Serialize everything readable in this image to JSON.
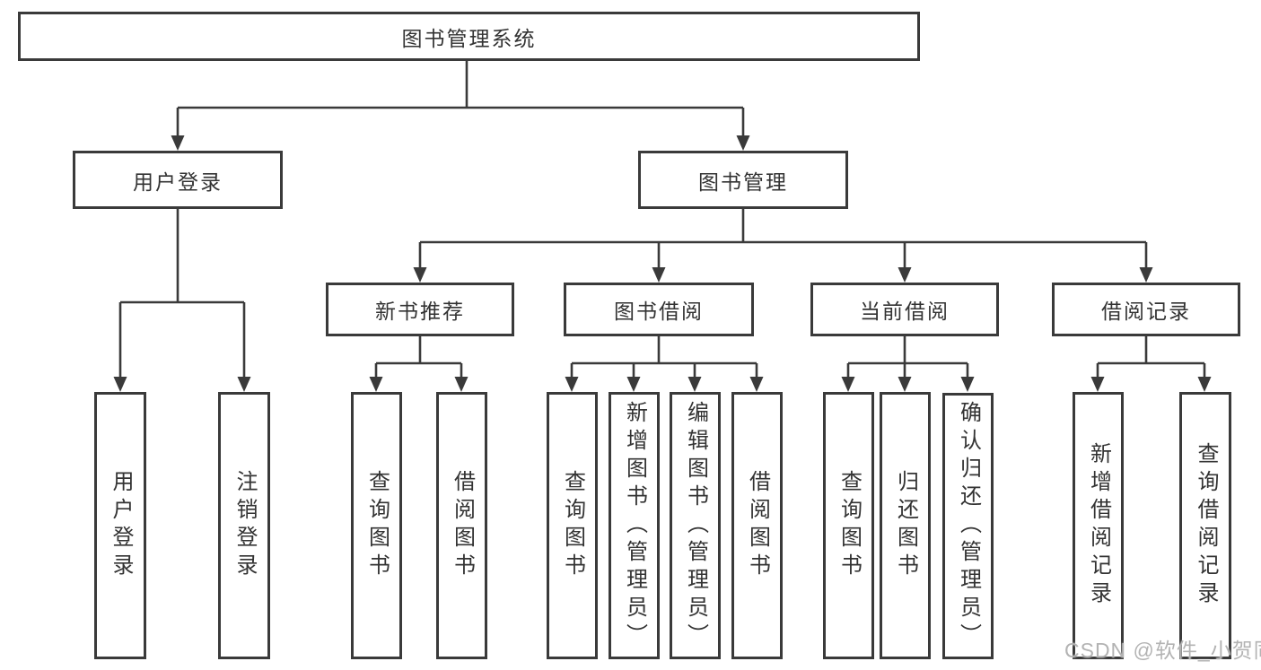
{
  "tree": {
    "label": "图书管理系统",
    "children": [
      {
        "label": "用户登录",
        "children": [
          {
            "label": "用户登录"
          },
          {
            "label": "注销登录"
          }
        ]
      },
      {
        "label": "图书管理",
        "children": [
          {
            "label": "新书推荐",
            "children": [
              {
                "label": "查询图书"
              },
              {
                "label": "借阅图书"
              }
            ]
          },
          {
            "label": "图书借阅",
            "children": [
              {
                "label": "查询图书"
              },
              {
                "label": "新增图书（管理员）"
              },
              {
                "label": "编辑图书（管理员）"
              },
              {
                "label": "借阅图书"
              }
            ]
          },
          {
            "label": "当前借阅",
            "children": [
              {
                "label": "查询图书"
              },
              {
                "label": "归还图书"
              },
              {
                "label": "确认归还（管理员）"
              }
            ]
          },
          {
            "label": "借阅记录",
            "children": [
              {
                "label": "新增借阅记录"
              },
              {
                "label": "查询借阅记录"
              }
            ]
          }
        ]
      }
    ]
  },
  "watermark": {
    "text": "CSDN @软件_小贺同学"
  },
  "colors": {
    "line": "#3a3a3a",
    "text": "#333333",
    "watermark": "#b3b3b3"
  }
}
